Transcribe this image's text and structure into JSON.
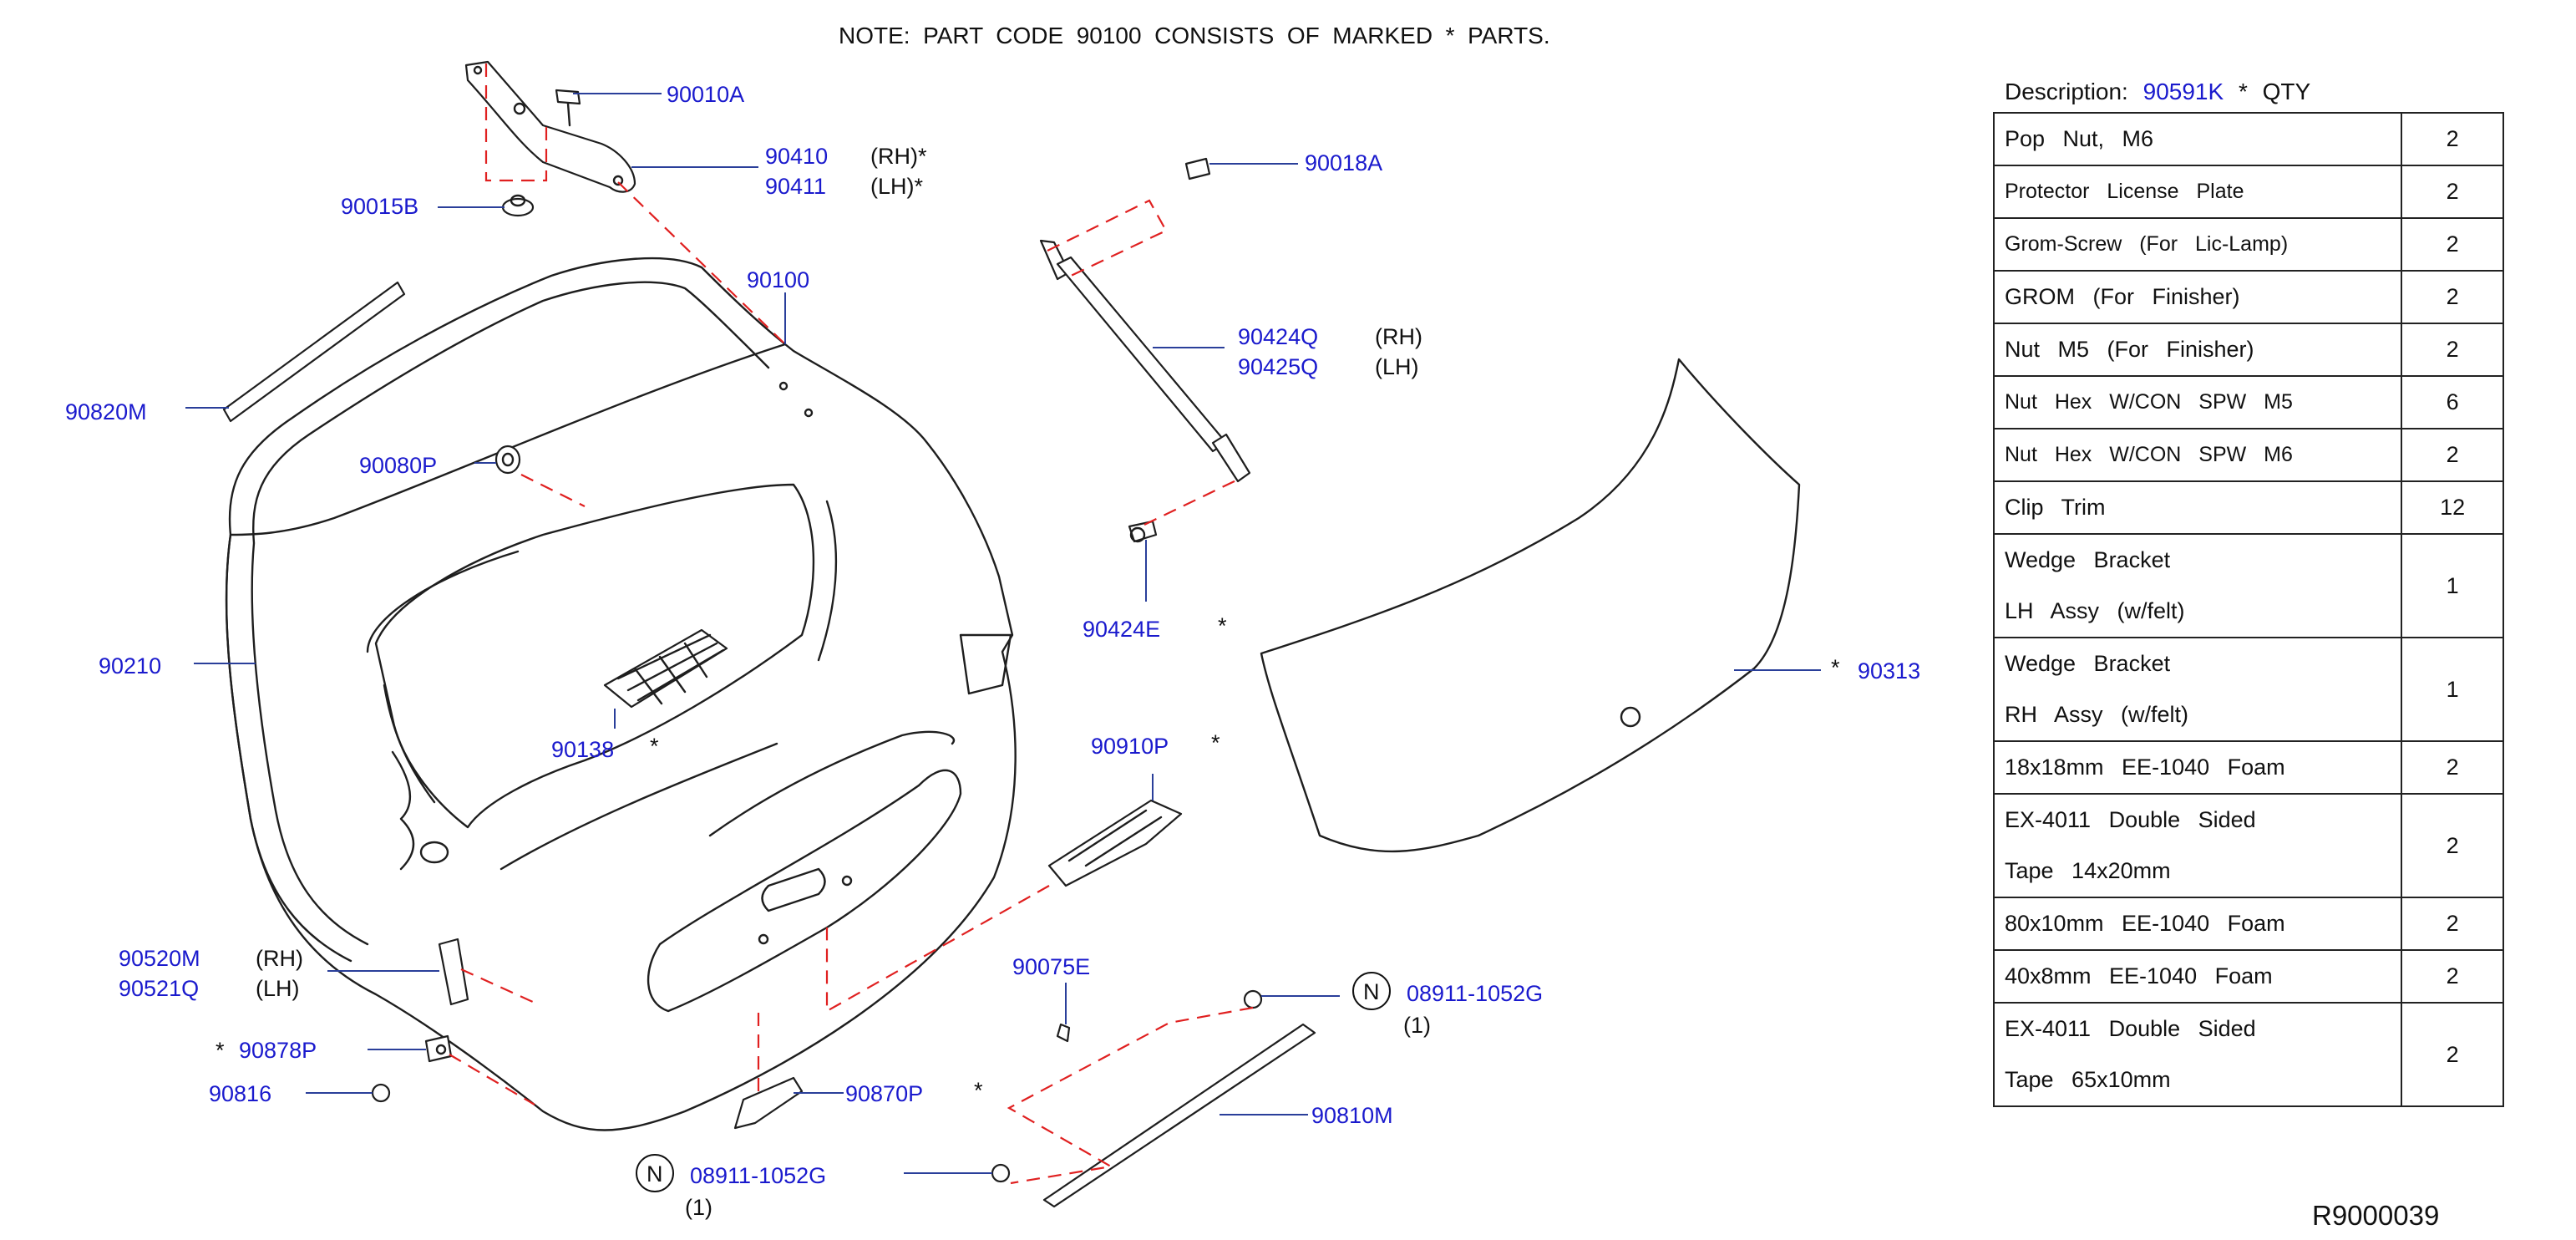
{
  "note": "NOTE:  PART  CODE  90100  CONSISTS  OF  MARKED  *  PARTS.",
  "callouts": [
    {
      "code": "90010A"
    },
    {
      "code": "90410",
      "side": "(RH)*"
    },
    {
      "code": "90411",
      "side": "(LH)*"
    },
    {
      "code": "90015B"
    },
    {
      "code": "90100"
    },
    {
      "code": "90820M"
    },
    {
      "code": "90080P"
    },
    {
      "code": "90210"
    },
    {
      "code": "90138",
      "mark": "*"
    },
    {
      "code": "90520M",
      "side": "(RH)"
    },
    {
      "code": "90521Q",
      "side": "(LH)"
    },
    {
      "code": "90878P",
      "mark": "*"
    },
    {
      "code": "90816"
    },
    {
      "code": "90018A"
    },
    {
      "code": "90424Q",
      "side": "(RH)"
    },
    {
      "code": "90425Q",
      "side": "(LH)"
    },
    {
      "code": "90424E",
      "mark": "*"
    },
    {
      "code": "90910P",
      "mark": "*"
    },
    {
      "code": "90075E"
    },
    {
      "code": "90870P",
      "mark": "*"
    },
    {
      "code": "08911-1052G",
      "badge": "N",
      "qty": "(1)"
    },
    {
      "code": "08911-1052G",
      "badge": "N",
      "qty": "(1)"
    },
    {
      "code": "90810M"
    },
    {
      "code": "90313",
      "mark": "*"
    }
  ],
  "table": {
    "header_label": "Description:",
    "header_code": "90591K",
    "header_star": "*",
    "header_qty": "QTY",
    "rows": [
      {
        "desc": [
          "Pop  Nut,  M6"
        ],
        "qty": "2"
      },
      {
        "desc": [
          "Protector  License  Plate"
        ],
        "qty": "2",
        "small": true
      },
      {
        "desc": [
          "Grom-Screw  (For  Lic-Lamp)"
        ],
        "qty": "2",
        "small": true
      },
      {
        "desc": [
          "GROM  (For  Finisher)"
        ],
        "qty": "2"
      },
      {
        "desc": [
          "Nut  M5  (For  Finisher)"
        ],
        "qty": "2"
      },
      {
        "desc": [
          "Nut  Hex  W/CON  SPW  M5"
        ],
        "qty": "6",
        "small": true
      },
      {
        "desc": [
          "Nut  Hex  W/CON  SPW  M6"
        ],
        "qty": "2",
        "small": true
      },
      {
        "desc": [
          "Clip  Trim"
        ],
        "qty": "12"
      },
      {
        "desc": [
          "Wedge  Bracket",
          "LH  Assy  (w/felt)"
        ],
        "qty": "1"
      },
      {
        "desc": [
          "Wedge  Bracket",
          "RH  Assy  (w/felt)"
        ],
        "qty": "1"
      },
      {
        "desc": [
          "18x18mm  EE-1040  Foam"
        ],
        "qty": "2"
      },
      {
        "desc": [
          "EX-4011  Double  Sided",
          "Tape  14x20mm"
        ],
        "qty": "2"
      },
      {
        "desc": [
          "80x10mm  EE-1040  Foam"
        ],
        "qty": "2"
      },
      {
        "desc": [
          "40x8mm  EE-1040  Foam"
        ],
        "qty": "2"
      },
      {
        "desc": [
          "EX-4011  Double  Sided",
          "Tape  65x10mm"
        ],
        "qty": "2"
      }
    ]
  },
  "reference_code": "R9000039"
}
